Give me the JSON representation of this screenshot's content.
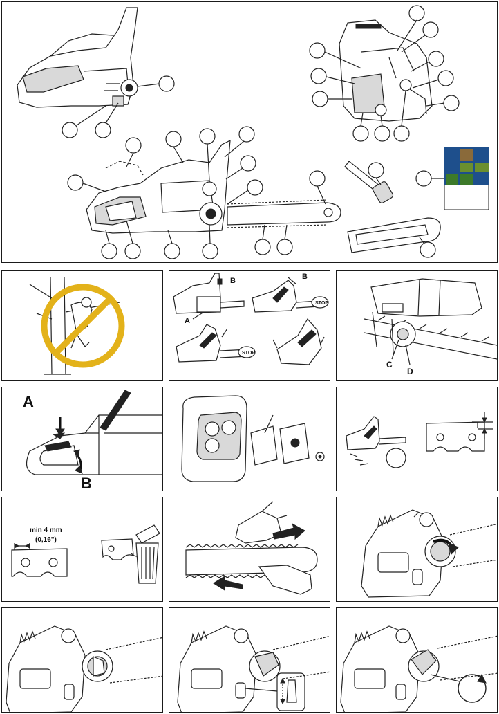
{
  "page": {
    "title": "",
    "grid": "4 rows, overview panel + 12 step illustrations"
  },
  "overview": {
    "description_callouts": 26,
    "booklet_colors": [
      "#1e4f8c",
      "#3d7a2a",
      "#6b8f2f",
      "#8a6a3a"
    ]
  },
  "panels": [
    {
      "id": "no-climbing",
      "labels": []
    },
    {
      "id": "chain-brake",
      "labels": [
        "B",
        "A",
        "B",
        "STOP",
        "STOP"
      ]
    },
    {
      "id": "chain-catcher",
      "labels": [
        "C",
        "D"
      ]
    },
    {
      "id": "rear-handle-guard",
      "labels": [
        "A",
        "B"
      ]
    },
    {
      "id": "muffler",
      "labels": []
    },
    {
      "id": "depth-gauge",
      "labels": []
    },
    {
      "id": "min-cutter",
      "labels": [
        "min 4 mm",
        "(0,16\")"
      ]
    },
    {
      "id": "chain-direction",
      "labels": []
    },
    {
      "id": "clutch-cover-1",
      "labels": []
    },
    {
      "id": "clutch-cover-2",
      "labels": []
    },
    {
      "id": "clutch-cover-3",
      "labels": []
    },
    {
      "id": "clutch-cover-4",
      "labels": []
    }
  ]
}
